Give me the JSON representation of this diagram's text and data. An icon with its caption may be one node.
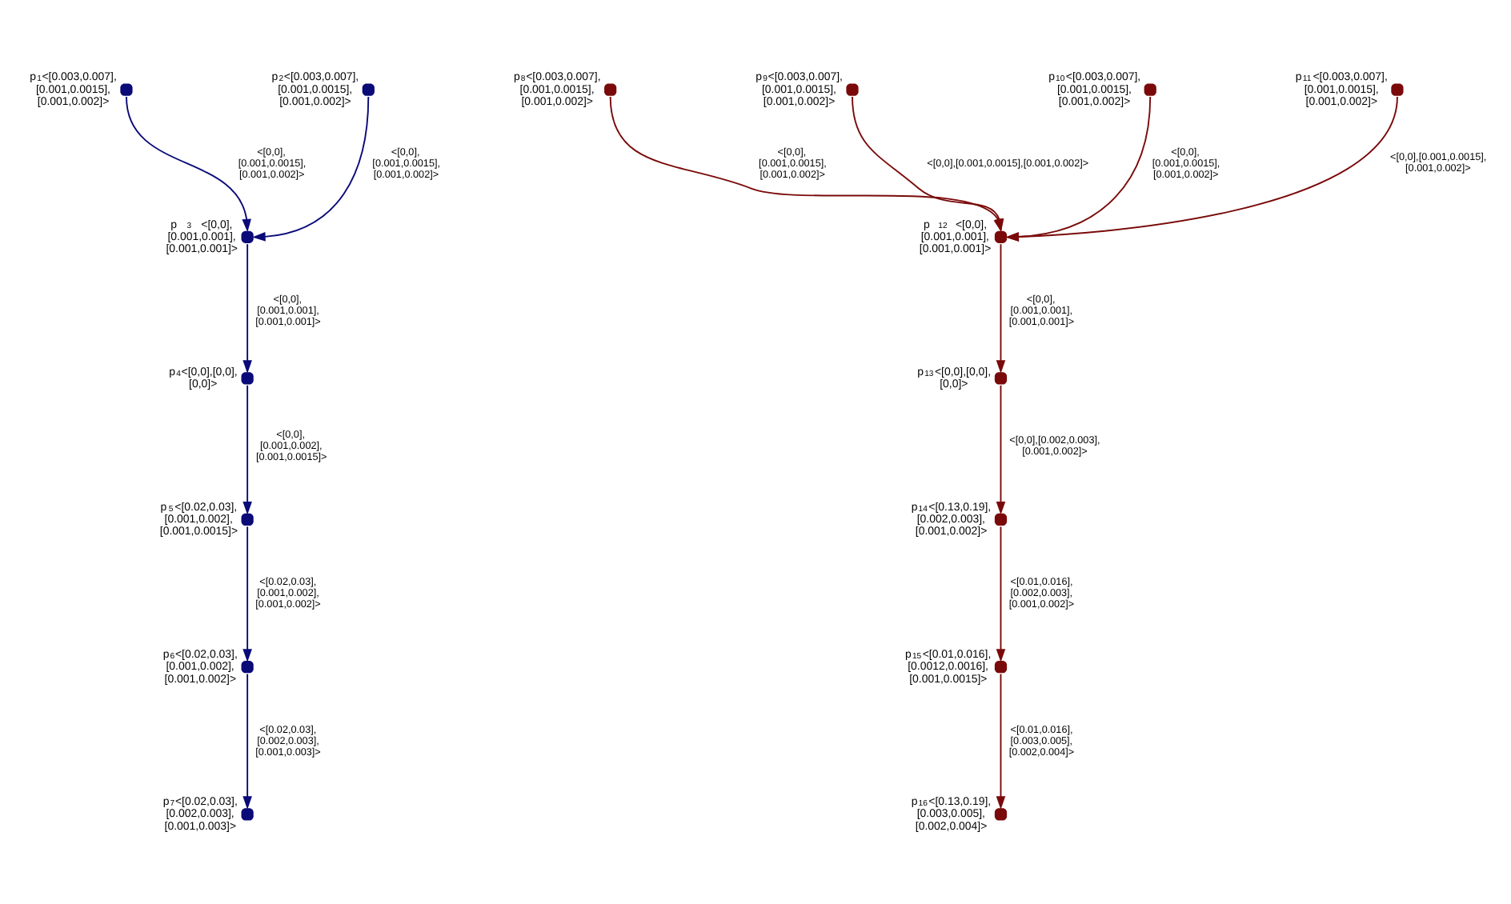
{
  "diagram": {
    "nodes": [
      {
        "text": [],
        "shape": "circle",
        "beside": [
          "p$_{1}$<[0.003,0.007], [0.001,0.0015], [0.001,0.002]>"
        ]
      },
      {
        "text": [],
        "shape": "circle",
        "beside": [
          "p$_{2}$<[0.003,0.007], [0.001,0.0015], [0.001,0.002]>"
        ]
      },
      {
        "text": [],
        "shape": "circle",
        "beside": [
          "p$_{3}$<[0,0], [0.001,0.001], [0.001,0.001]>"
        ]
      },
      {
        "text": [],
        "shape": "circle",
        "beside": [
          "p$_{4}$<[0,0],[0,0], [0,0]>"
        ]
      },
      {
        "text": [],
        "shape": "circle",
        "beside": [
          "p$_{5}$<[0.02,0.03], [0.001,0.002], [0.001,0.0015]>"
        ]
      },
      {
        "text": [],
        "shape": "circle",
        "beside": [
          "p$_{6}$<[0.02,0.03], [0.001,0.002], [0.001,0.002]>"
        ]
      },
      {
        "text": [],
        "shape": "circle",
        "beside": [
          "p$_{7}$<[0.02,0.03], [0.002,0.003], [0.001,0.003]>"
        ]
      },
      {
        "text": [],
        "shape": "circle",
        "beside": [
          "p$_{8}$<[0.003,0.007], [0.001,0.0015], [0.001,0.002]>"
        ]
      },
      {
        "text": [],
        "shape": "circle",
        "beside": [
          "p$_{9}$<[0.003,0.007], [0.001,0.0015], [0.001,0.002]>"
        ]
      },
      {
        "text": [],
        "shape": "circle",
        "beside": [
          "p$_{10}$<[0.003,0.007], [0.001,0.0015], [0.001,0.002]>"
        ]
      },
      {
        "text": [],
        "shape": "circle",
        "beside": [
          "p$_{11}$<[0.003,0.007], [0.001,0.0015], [0.001,0.002]>"
        ]
      },
      {
        "text": [],
        "shape": "circle",
        "beside": [
          "p$_{12}$<[0,0], [0.001,0.001], [0.001,0.001]>"
        ]
      },
      {
        "text": [],
        "shape": "circle",
        "beside": [
          "p$_{13}$<[0,0],[0,0], [0,0]>"
        ]
      },
      {
        "text": [],
        "shape": "circle",
        "beside": [
          "p$_{14}$<[0.13,0.19], [0.002,0.003], [0.001,0.002]>"
        ]
      },
      {
        "text": [],
        "shape": "circle",
        "beside": [
          "p$_{15}$<[0.01,0.016], [0.0012,0.0016], [0.001,0.0015]>"
        ]
      },
      {
        "text": [],
        "shape": "circle",
        "beside": [
          "p$_{16}$<[0.13,0.19], [0.003,0.005], [0.002,0.004]>"
        ]
      }
    ],
    "edges": [
      {
        "from": 0,
        "to": 2,
        "arrow": "to",
        "label": "<[0,0], [0.001,0.0015], [0.001,0.002]>",
        "color": "#0a0a78"
      },
      {
        "from": 1,
        "to": 2,
        "arrow": "to",
        "label": "<[0,0], [0.001,0.0015], [0.001,0.002]>",
        "color": "#0a0a78"
      },
      {
        "from": 2,
        "to": 3,
        "arrow": "to",
        "label": "<[0,0], [0.001,0.001], [0.001,0.001]>",
        "color": "#0a0a78"
      },
      {
        "from": 3,
        "to": 4,
        "arrow": "to",
        "label": "<[0,0], [0.001,0.002], [0.001,0.0015]>",
        "color": "#0a0a78"
      },
      {
        "from": 4,
        "to": 5,
        "arrow": "to",
        "label": "<[0.02,0.03], [0.001,0.002], [0.001,0.002]>",
        "color": "#0a0a78"
      },
      {
        "from": 5,
        "to": 6,
        "arrow": "to",
        "label": "<[0.02,0.03], [0.002,0.003], [0.001,0.003]>",
        "color": "#0a0a78"
      },
      {
        "from": 7,
        "to": 11,
        "arrow": "to",
        "label": "<[0,0], [0.001,0.0015], [0.001,0.002]>"
      },
      {
        "from": 8,
        "to": 11,
        "arrow": "to",
        "label": "<[0,0],[0.001,0.0015],[0.001,0.002]>"
      },
      {
        "from": 9,
        "to": 11,
        "arrow": "to",
        "label": "<[0,0], [0.001,0.0015], [0.001,0.002]>"
      },
      {
        "from": 10,
        "to": 11,
        "arrow": "to",
        "label": "<[0,0],[0.001,0.0015], [0.001,0.002]>"
      },
      {
        "from": 11,
        "to": 12,
        "arrow": "to",
        "label": "<[0,0], [0.001,0.001], [0.001,0.001]>"
      },
      {
        "from": 12,
        "to": 13,
        "arrow": "to",
        "label": "<[0,0],[0.002,0.003], [0.001,0.002]>"
      },
      {
        "from": 13,
        "to": 14,
        "arrow": "to",
        "label": "<[0.01,0.016], [0.002,0.003], [0.001,0.002]>"
      },
      {
        "from": 14,
        "to": 15,
        "arrow": "to",
        "label": "<[0.01,0.016], [0.003,0.005], [0.002,0.004]>"
      }
    ]
  }
}
